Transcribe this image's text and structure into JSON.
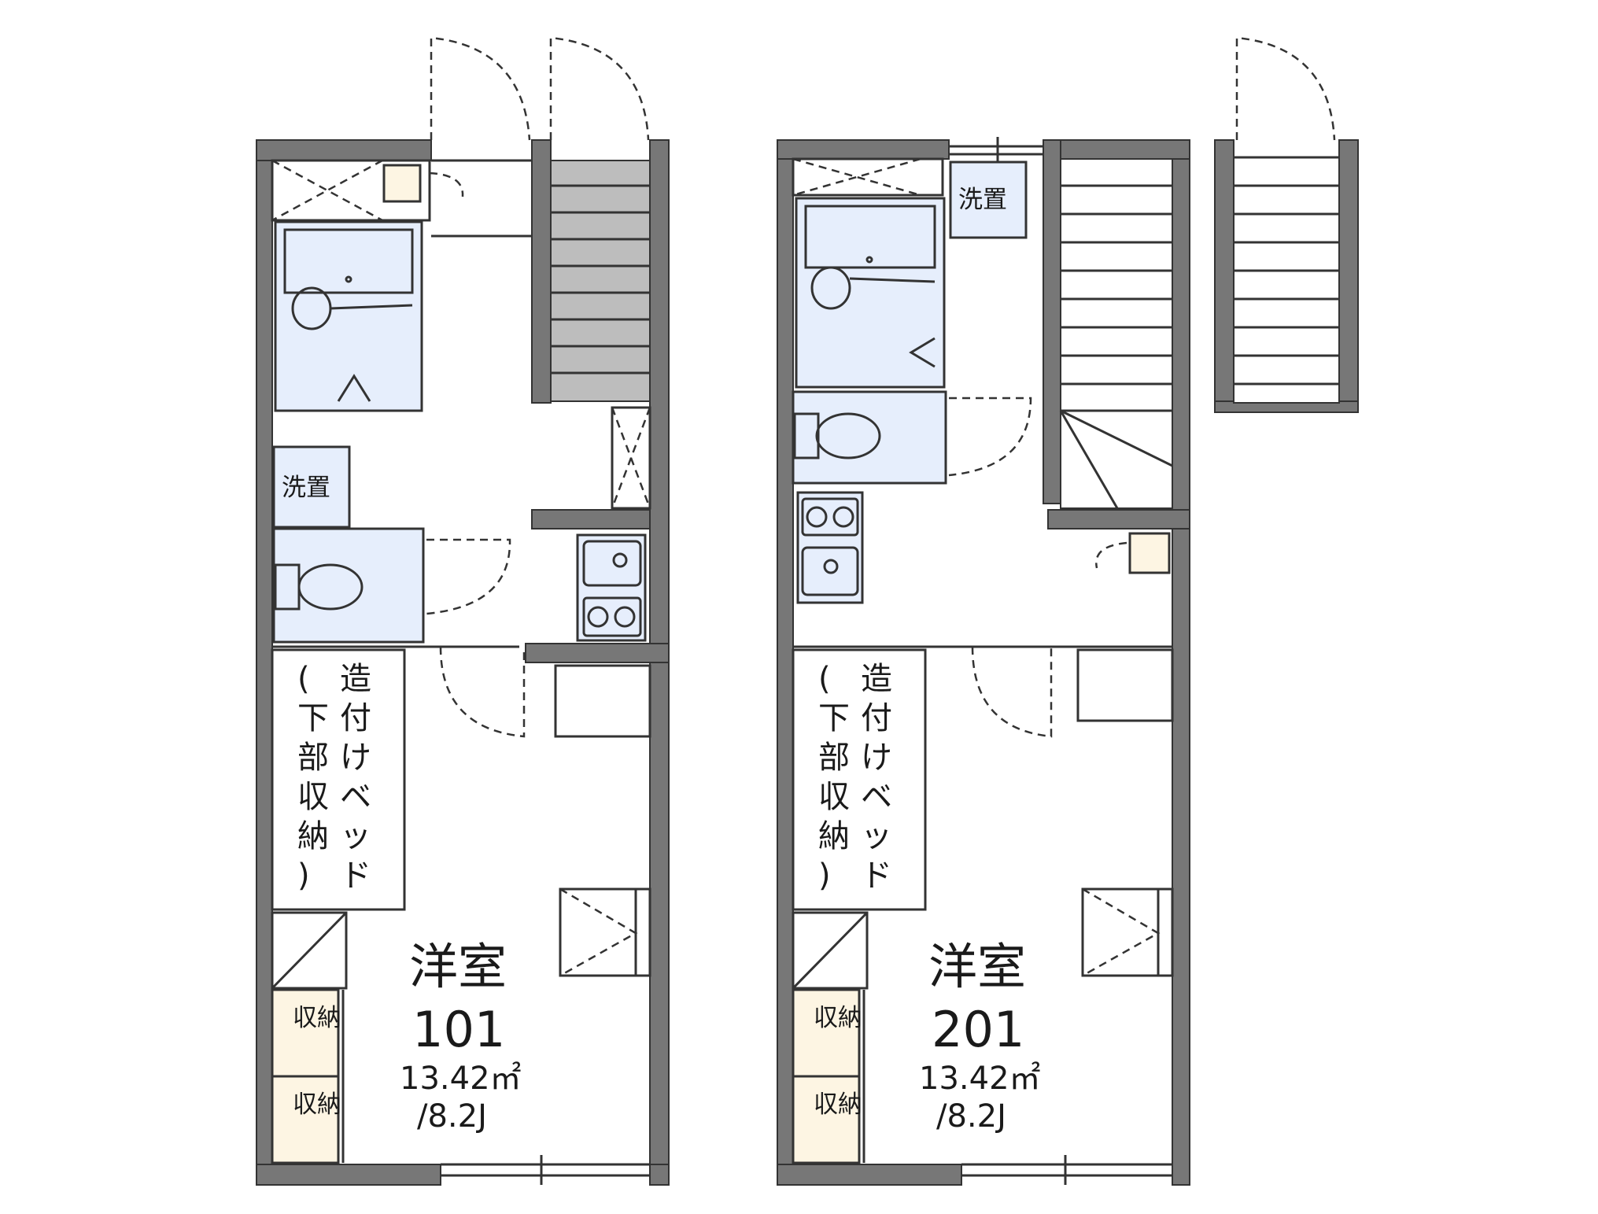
{
  "units": [
    {
      "room_type": "洋室",
      "room_number": "101",
      "area": "13.42㎡",
      "size_jo": "/8.2J",
      "built_in_bed_label_col1": [
        "(",
        "下",
        "部",
        "収",
        "納",
        ")"
      ],
      "built_in_bed_label_col2": [
        "造",
        "付",
        "け",
        "ベ",
        "ッ",
        "ド"
      ],
      "washer_label": "洗置",
      "storage_labels": [
        "収納",
        "収納"
      ]
    },
    {
      "room_type": "洋室",
      "room_number": "201",
      "area": "13.42㎡",
      "size_jo": "/8.2J",
      "built_in_bed_label_col1": [
        "(",
        "下",
        "部",
        "収",
        "納",
        ")"
      ],
      "built_in_bed_label_col2": [
        "造",
        "付",
        "け",
        "ベ",
        "ッ",
        "ド"
      ],
      "washer_label": "洗置",
      "storage_labels": [
        "収納",
        "収納"
      ]
    }
  ],
  "colors": {
    "wall": "#777777",
    "bath_fill": "#e6eefc",
    "storage_fill": "#fdf5e3",
    "stairs_fill": "#bdbdbd"
  }
}
